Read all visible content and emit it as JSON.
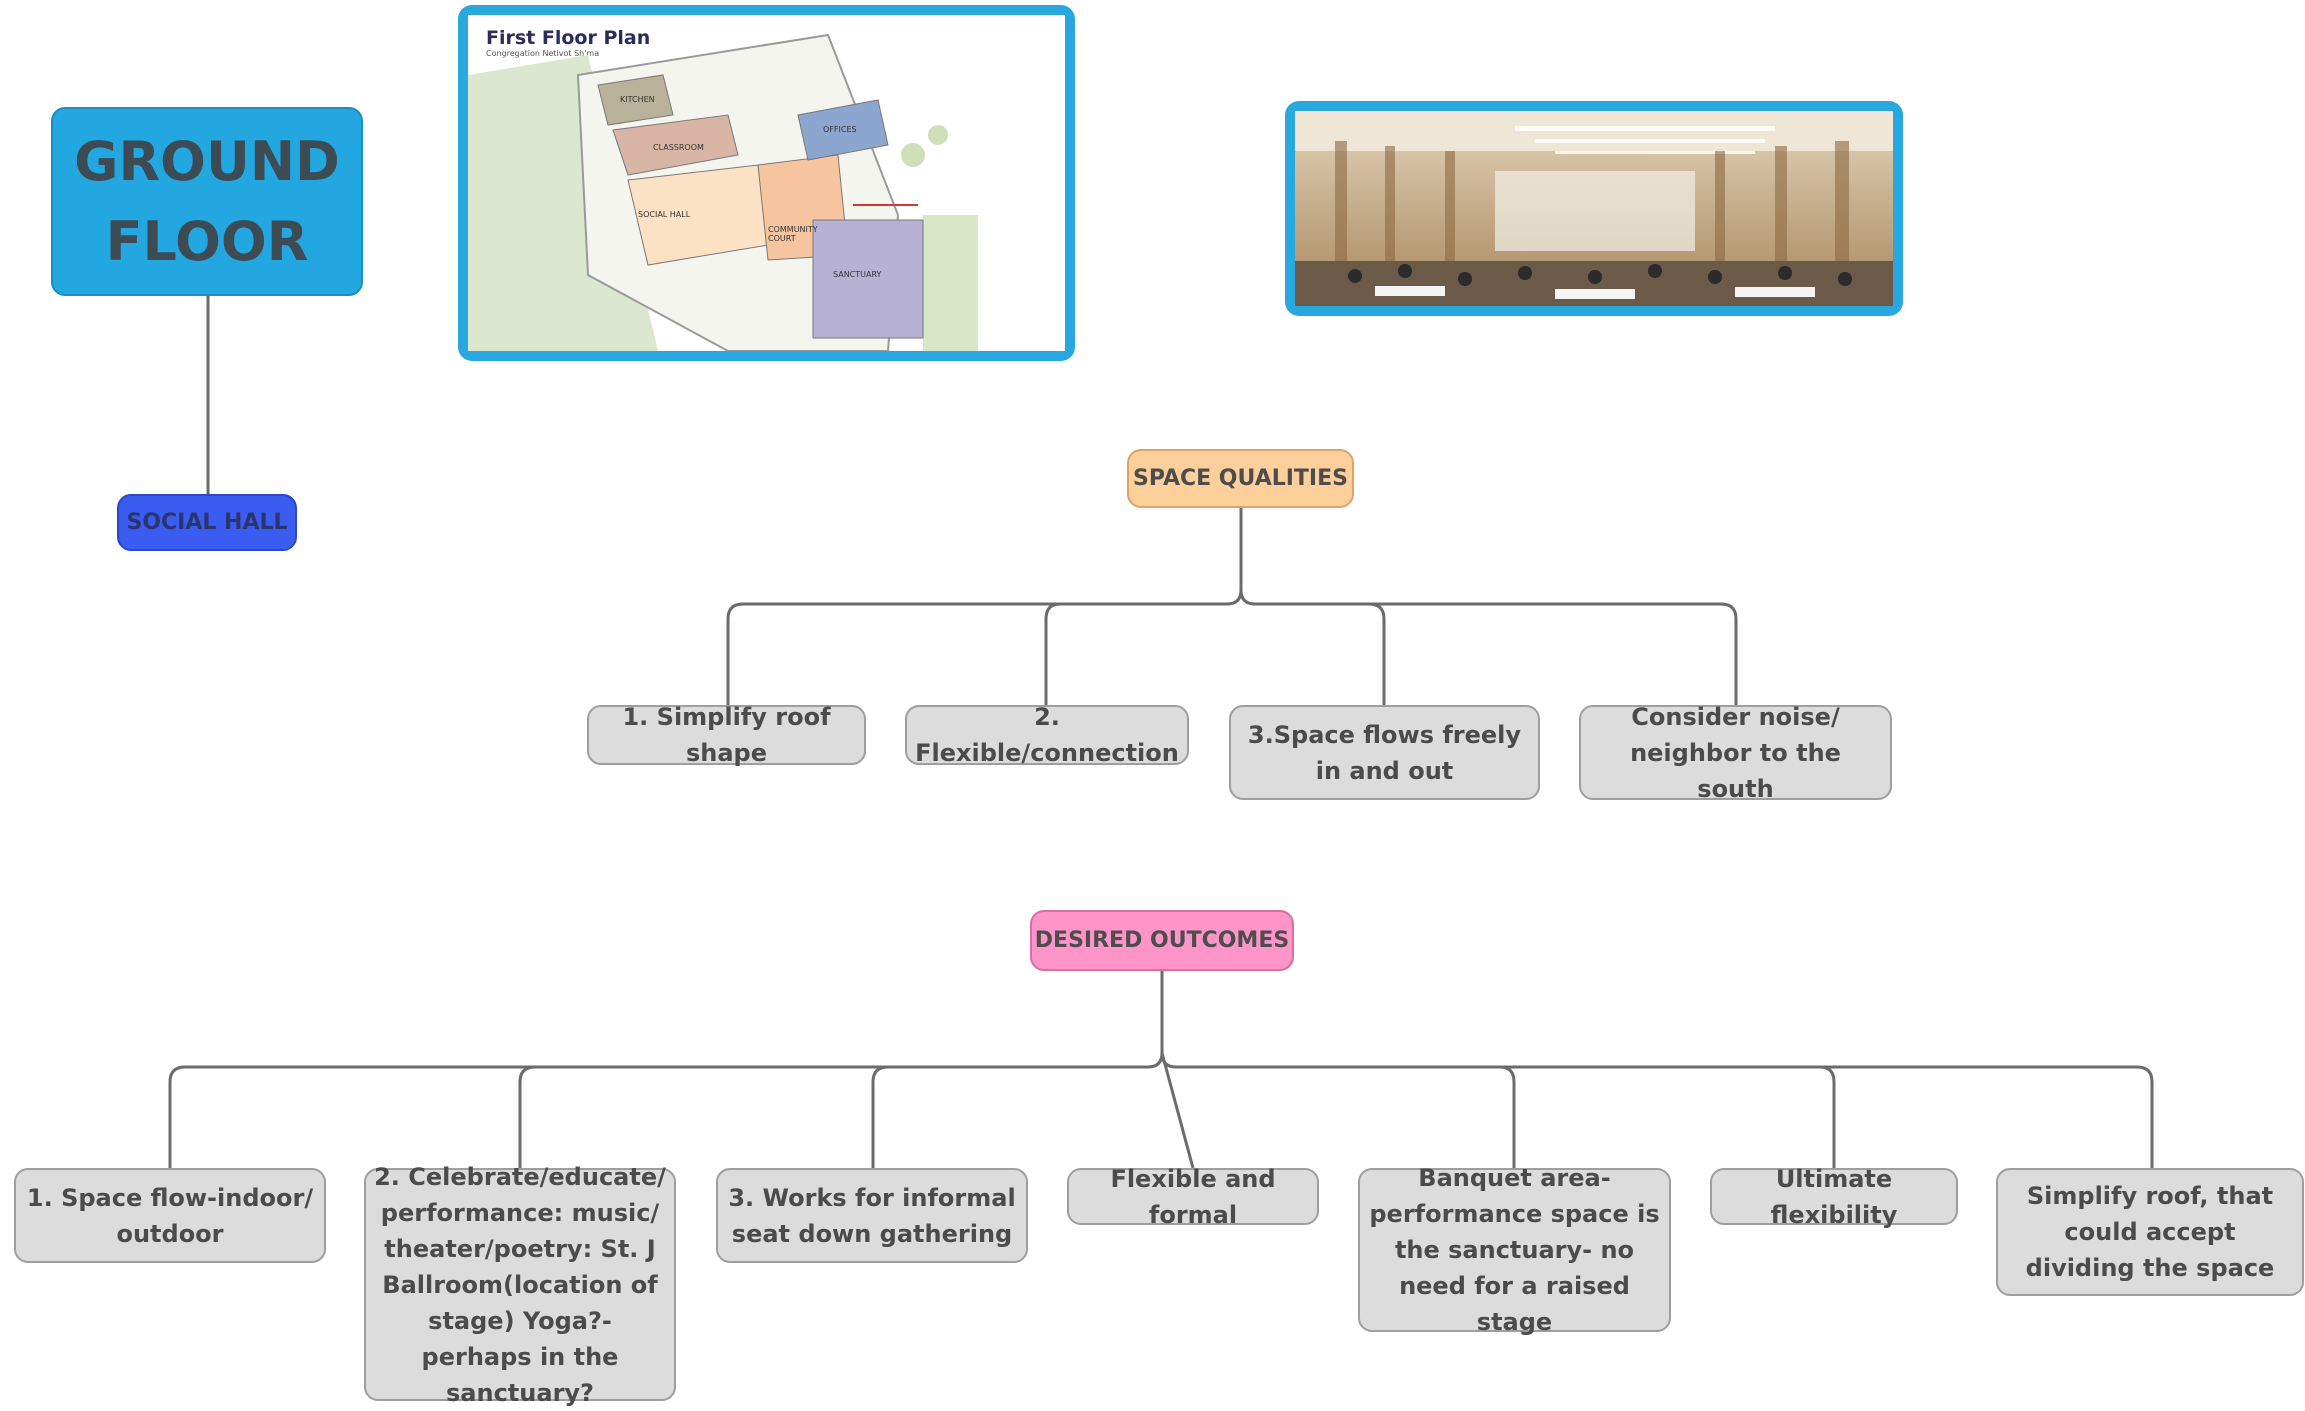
{
  "colors": {
    "ground_floor_bg": "#22a7e0",
    "social_hall_bg": "#3a5cf0",
    "space_qualities_bg": "#fdcf9b",
    "desired_outcomes_bg": "#ff94c8",
    "child_bg": "#dcdcdc",
    "connector": "#6b6b6b",
    "frame": "#29a8df"
  },
  "ground_floor": {
    "line1": "GROUND",
    "line2": "FLOOR"
  },
  "social_hall": {
    "label": "SOCIAL HALL"
  },
  "floor_plan_image": {
    "title": "First Floor Plan",
    "subtitle": "Congregation Netivot Sh'ma",
    "rooms": {
      "kitchen": "KITCHEN",
      "classroom": "CLASSROOM",
      "social_hall": "SOCIAL HALL",
      "community": "COMMUNITY COURT",
      "sanctuary": "SANCTUARY",
      "office": "OFFICES"
    }
  },
  "interior_photo": {
    "icon": "banquet-hall-photo"
  },
  "space_qualities": {
    "label": "SPACE QUALITIES",
    "children": [
      "1. Simplify roof shape",
      "2. Flexible/connection",
      "3.Space flows freely in and out",
      "Consider noise/ neighbor to the south"
    ]
  },
  "desired_outcomes": {
    "label": "DESIRED OUTCOMES",
    "children": [
      "1. Space flow-indoor/ outdoor",
      "2. Celebrate/educate/ performance: music/ theater/poetry: St. J Ballroom(location of stage) Yoga?- perhaps in the sanctuary?",
      "3. Works for informal seat down gathering",
      "Flexible and formal",
      "Banquet area- performance space is the sanctuary- no need for a raised stage",
      "Ultimate flexibility",
      "Simplify roof, that could accept dividing the space"
    ]
  }
}
